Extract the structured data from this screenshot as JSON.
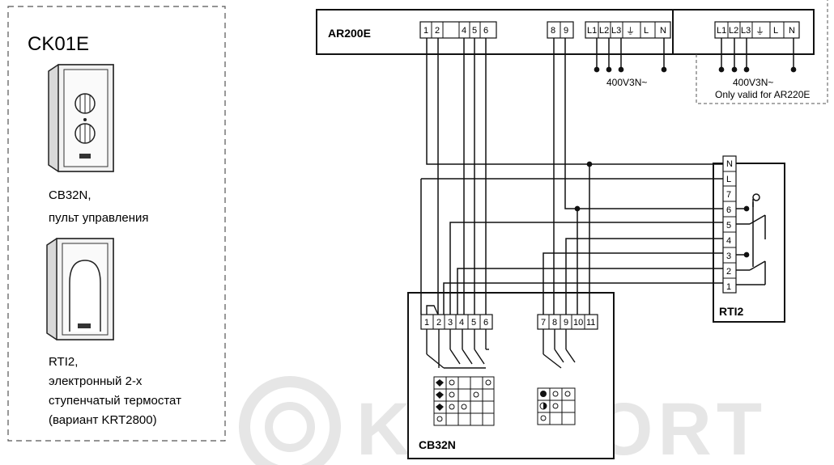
{
  "kit": {
    "name": "CK01E",
    "cb32n_caption_line1": "CB32N,",
    "cb32n_caption_line2": "пульт управления",
    "rti2_caption_line1": "RTI2,",
    "rti2_caption_line2": "электронный 2-х",
    "rti2_caption_line3": "ступенчатый термостат",
    "rti2_caption_line4": "(вариант KRT2800)"
  },
  "ar200e": {
    "label": "AR200E",
    "control_terminals": [
      "1",
      "2",
      "4",
      "5",
      "6"
    ],
    "control_terminals_b": [
      "8",
      "9"
    ],
    "power_terminals": [
      "L1",
      "L2",
      "L3",
      "⏚",
      "L",
      "N"
    ],
    "supply_label": "400V3N~"
  },
  "ar220e": {
    "power_terminals": [
      "L1",
      "L2",
      "L3",
      "⏚",
      "L",
      "N"
    ],
    "supply_label": "400V3N~",
    "note": "Only valid for AR220E"
  },
  "rti2": {
    "label": "RTI2",
    "terminals": [
      "N",
      "L",
      "7",
      "6",
      "5",
      "4",
      "3",
      "2",
      "1"
    ]
  },
  "cb32n": {
    "label": "CB32N",
    "terminals_left": [
      "1",
      "2",
      "3",
      "4",
      "5",
      "6"
    ],
    "terminals_right": [
      "7",
      "8",
      "9",
      "10",
      "11"
    ]
  },
  "watermark": "KOMFORT",
  "colors": {
    "line": "#111111",
    "dashed": "#555555",
    "watermark": "#e6e6e6"
  }
}
